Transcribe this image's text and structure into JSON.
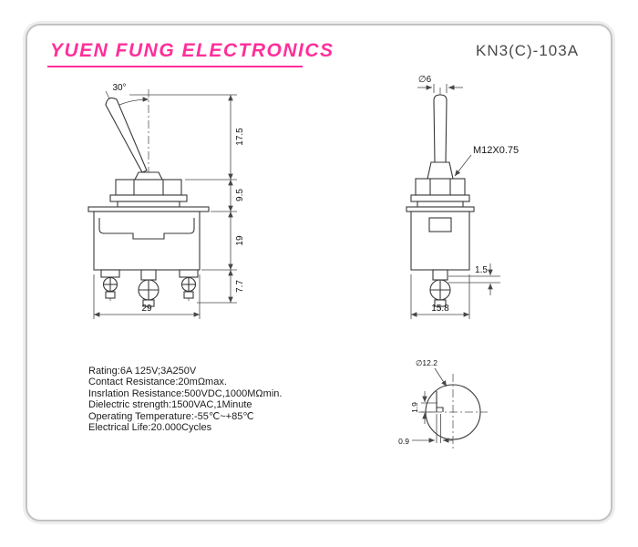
{
  "page": {
    "background": "#ffffff",
    "frame_border_color": "#c2c2c2"
  },
  "header": {
    "brand": "YUEN FUNG ELECTRONICS",
    "brand_color": "#ff2e9a",
    "model": "KN3(C)-103A",
    "model_color": "#4a4a4a"
  },
  "drawing": {
    "line_color": "#383838",
    "front_view": {
      "angle_label": "30°",
      "dim_lever_height": "17.5",
      "dim_bushing_height": "9.5",
      "dim_body_height": "19",
      "dim_terminal_height": "7.7",
      "dim_body_width": "29"
    },
    "side_view": {
      "dim_lever_diameter": "∅6",
      "thread_label": "M12X0.75",
      "dim_terminal_thickness": "1.5",
      "dim_body_depth": "15.8"
    },
    "detail_view": {
      "dim_diameter": "∅12.2",
      "dim_keyway_depth": "1.9",
      "dim_keyway_width": "0.9"
    }
  },
  "specs": {
    "lines": [
      "Rating:6A 125V;3A250V",
      "Contact Resistance:20mΩmax.",
      "Insrlation Resistance:500VDC,1000MΩmin.",
      "Dielectric strength:1500VAC,1Minute",
      "Operating Temperature:-55℃~+85℃",
      "Electrical Life:20.000Cycles"
    ]
  }
}
